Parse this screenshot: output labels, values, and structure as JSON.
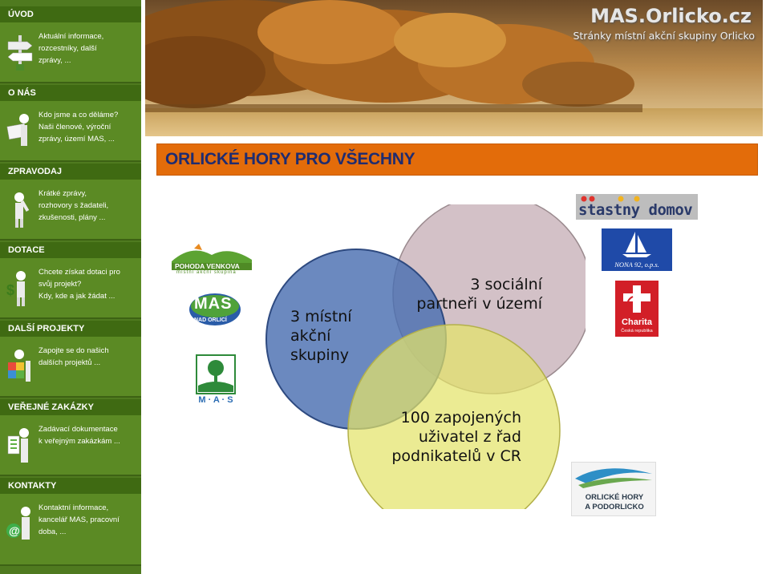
{
  "sidebar": {
    "sections": [
      {
        "title": "ÚVOD",
        "lines": [
          "Aktuální informace,",
          "rozcestníky, další",
          "zprávy, ..."
        ]
      },
      {
        "title": "O NÁS",
        "lines": [
          "Kdo jsme a co děláme?",
          "Naši členové, výroční",
          "zprávy, území MAS, ..."
        ]
      },
      {
        "title": "ZPRAVODAJ",
        "lines": [
          "Krátké zprávy,",
          "rozhovory s žadateli,",
          "zkušenosti, plány ..."
        ]
      },
      {
        "title": "DOTACE",
        "lines": [
          "Chcete získat dotaci pro",
          "svůj projekt?",
          "Kdy, kde a jak žádat ..."
        ]
      },
      {
        "title": "DALŠÍ PROJEKTY",
        "lines": [
          "Zapojte se do našich",
          "dalších projektů ..."
        ]
      },
      {
        "title": "VEŘEJNÉ ZAKÁZKY",
        "lines": [
          "Zadávací dokumentace",
          "k veřejným zakázkám ..."
        ]
      },
      {
        "title": "KONTAKTY",
        "lines": [
          "Kontaktní informace,",
          "kancelář MAS, pracovní",
          "doba, ..."
        ]
      }
    ]
  },
  "header": {
    "brand": "MAS.Orlicko.cz",
    "subtitle": "Stránky místní akční skupiny Orlicko"
  },
  "slide": {
    "title": "ORLICKÉ HORY PRO VŠECHNY",
    "venn": {
      "left": [
        "3 místní",
        "akční",
        "skupiny"
      ],
      "right": [
        "3 sociální",
        "partneři v území"
      ],
      "bottom": [
        "100 zapojených",
        "uživatel z řad",
        "podnikatelů v CR"
      ]
    }
  },
  "logos": {
    "pohoda_title": "POHODA VENKOVA",
    "pohoda_sub": "místní akční skupina",
    "mas_text": "MAS",
    "mas_sub": "NAD ORLICÍ",
    "mas3_text": "M · A · S",
    "stastny": "stastny domov",
    "nona": "NONA 92, o.p.s.",
    "charita": "Charita",
    "charita_sub": "Česká republika",
    "orlicke_1": "ORLICKÉ HORY",
    "orlicke_2": "A PODORLICKO"
  },
  "colors": {
    "sidebar_green": "#5b8a24",
    "title_orange": "#e36c0a",
    "title_text": "#1f2c70",
    "venn_blue": "#4a6fb1",
    "venn_pink": "#cbb6bd",
    "venn_yellow": "#e3e36a"
  }
}
